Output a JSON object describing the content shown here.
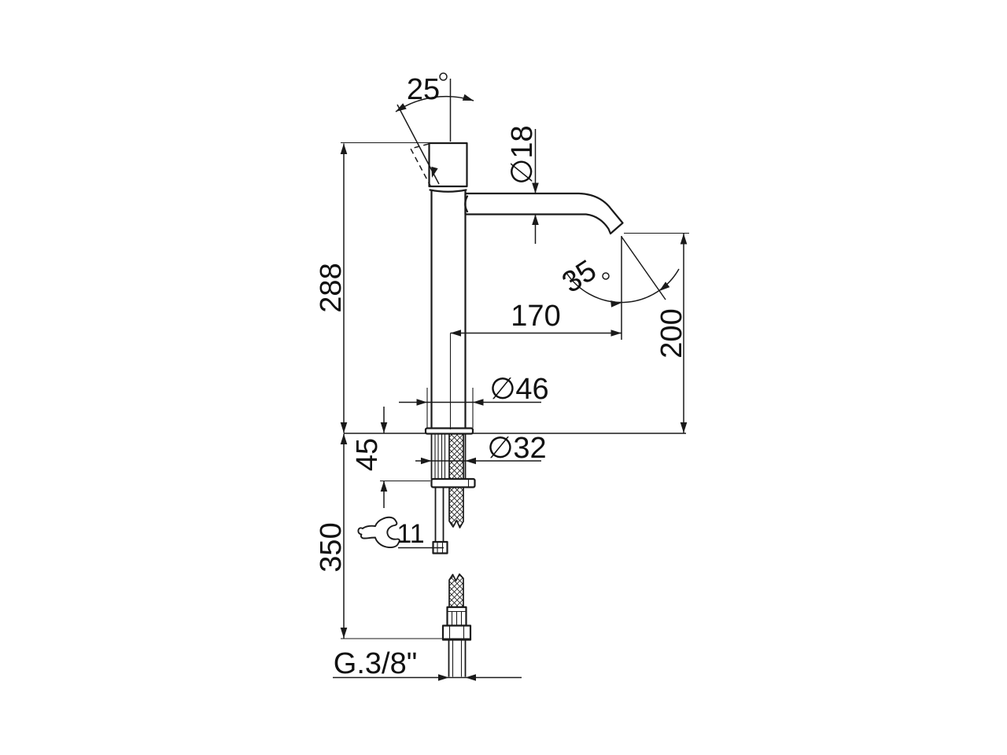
{
  "meta": {
    "type": "technical-drawing",
    "subject": "tall single-lever basin mixer tap, side elevation with installation dimensions",
    "colors": {
      "line": "#1a1a1a",
      "background": "#ffffff"
    },
    "icons": {
      "wrench": "open-end-wrench-icon"
    }
  },
  "dimensions": {
    "handle_angle": {
      "value": "25",
      "unit": "°"
    },
    "spout_tube_diameter": {
      "label": "∅18"
    },
    "body_height": {
      "label": "288"
    },
    "spout_reach": {
      "label": "170"
    },
    "outlet_height": {
      "label": "200"
    },
    "outlet_angle": {
      "value": "35",
      "unit": "°"
    },
    "base_diameter": {
      "label": "∅46"
    },
    "mounting_hole_diameter": {
      "label": "∅32"
    },
    "max_deck_thickness": {
      "label": "45"
    },
    "hose_drop_length": {
      "label": "350"
    },
    "wrench_size": {
      "label": "11"
    },
    "supply_thread": {
      "label": "G.3/8\""
    }
  }
}
